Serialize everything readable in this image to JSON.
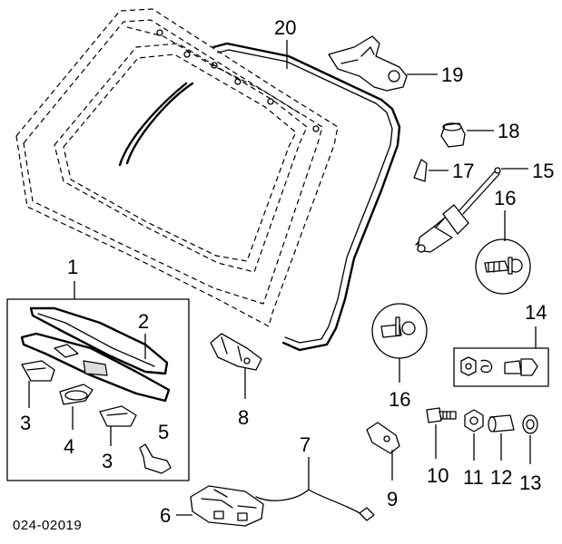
{
  "diagram_code": "024-02019",
  "callouts": {
    "c1": "1",
    "c2": "2",
    "c3a": "3",
    "c3b": "3",
    "c4": "4",
    "c5": "5",
    "c6": "6",
    "c7": "7",
    "c8": "8",
    "c9": "9",
    "c10": "10",
    "c11": "11",
    "c12": "12",
    "c13": "13",
    "c14": "14",
    "c15": "15",
    "c16a": "16",
    "c16b": "16",
    "c17": "17",
    "c18": "18",
    "c19": "19",
    "c20": "20"
  }
}
